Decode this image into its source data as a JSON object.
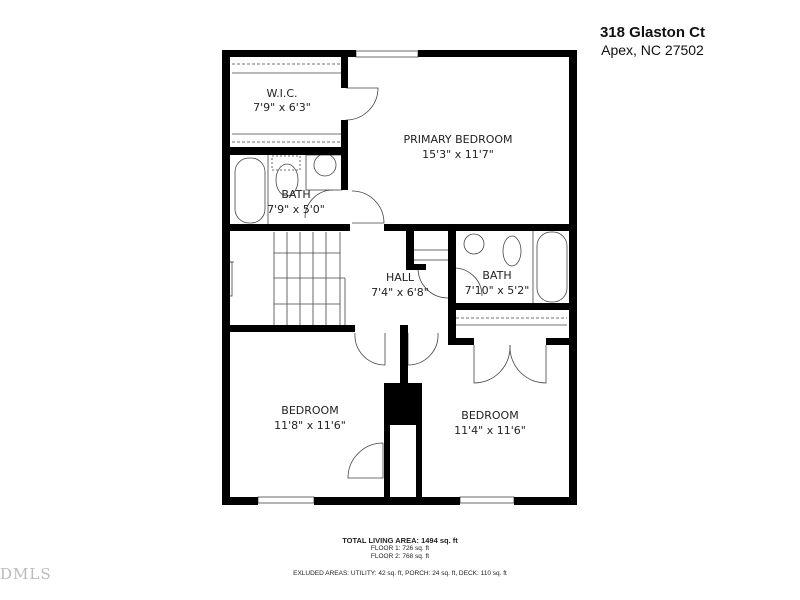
{
  "header": {
    "street": "318 Glaston Ct",
    "city": "Apex, NC 27502"
  },
  "rooms": [
    {
      "name": "W.I.C.",
      "dims": "7'9\" x 6'3\""
    },
    {
      "name": "PRIMARY BEDROOM",
      "dims": "15'3\" x 11'7\""
    },
    {
      "name": "BATH",
      "dims": "7'9\" x 5'0\""
    },
    {
      "name": "HALL",
      "dims": "7'4\" x 6'8\""
    },
    {
      "name": "BATH",
      "dims": "7'10\" x 5'2\""
    },
    {
      "name": "BEDROOM",
      "dims": "11'8\" x 11'6\""
    },
    {
      "name": "BEDROOM",
      "dims": "11'4\" x 11'6\""
    }
  ],
  "footer": {
    "total": "TOTAL LIVING AREA: 1494 sq. ft",
    "floor1": "FLOOR 1: 726 sq. ft",
    "floor2": "FLOOR 2: 768 sq. ft",
    "excluded": "EXLUDED AREAS: UTILITY: 42 sq. ft, PORCH: 24 sq. ft, DECK: 110 sq. ft"
  },
  "watermark": "DMLS",
  "colors": {
    "wall": "#000000",
    "line": "#333333",
    "background": "#ffffff"
  }
}
